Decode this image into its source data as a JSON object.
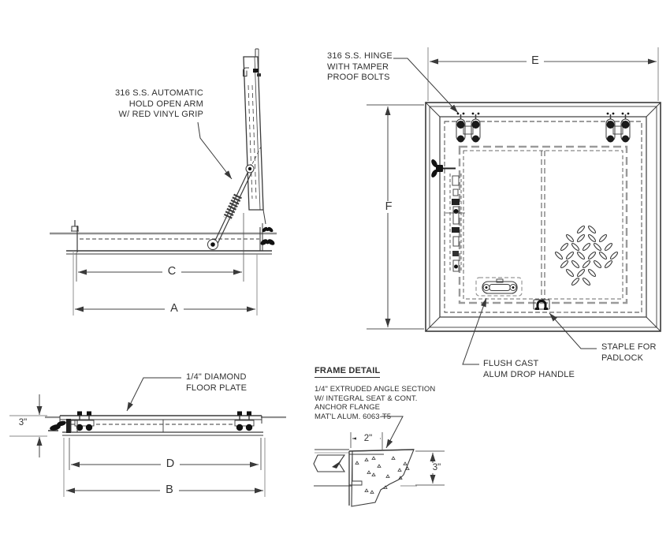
{
  "colors": {
    "line": "#3a3a3a",
    "dim_line": "#444444",
    "ext_gray": "#909090",
    "background": "#ffffff"
  },
  "open_view": {
    "arm_label": [
      "316 S.S. AUTOMATIC",
      "HOLD OPEN ARM",
      "W/ RED VINYL GRIP"
    ],
    "dims": {
      "c": "C",
      "a": "A"
    }
  },
  "plan_view": {
    "hinge_label": [
      "316 S.S. HINGE",
      "WITH TAMPER",
      "PROOF BOLTS"
    ],
    "staple_label": [
      "STAPLE FOR",
      "PADLOCK"
    ],
    "handle_label": [
      "FLUSH CAST",
      "ALUM DROP HANDLE"
    ],
    "dims": {
      "e": "E",
      "f": "F"
    }
  },
  "closed_view": {
    "plate_label": [
      "1/4\" DIAMOND",
      "FLOOR PLATE"
    ],
    "dims": {
      "height": "3\"",
      "d": "D",
      "b": "B"
    }
  },
  "frame_detail": {
    "title": "FRAME DETAIL",
    "notes": [
      "1/4\" EXTRUDED ANGLE SECTION",
      "W/ INTEGRAL SEAT & CONT.",
      "ANCHOR FLANGE",
      "MAT'L ALUM. 6063-T5"
    ],
    "dims": {
      "width": "2\"",
      "height": "3\""
    }
  }
}
